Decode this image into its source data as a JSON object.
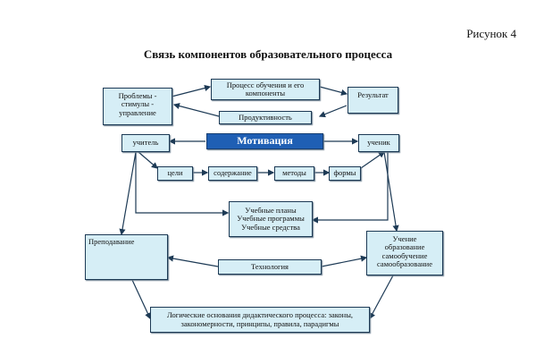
{
  "figure_label": "Рисунок 4",
  "title": "Связь компонентов образовательного процесса",
  "nodes": {
    "problems": "Проблемы -\nстимулы -\nуправление",
    "process": "Процесс обучения и его\nкомпоненты",
    "result": "Результат",
    "productivity": "Продуктивность",
    "teacher": "учитель",
    "motivation": "Мотивация",
    "student": "ученик",
    "goals": "цели",
    "content": "содержание",
    "methods": "методы",
    "forms": "формы",
    "plans": "Учебные планы\nУчебные программы\nУчебные средства",
    "teaching": "Преподавание",
    "learning": "Учение\nобразование\nсамообучение\nсамообразование",
    "technology": "Технология",
    "foundations": "Логические основания дидактического процесса: законы,\nзакономерности, принципы, правила, парадигмы"
  }
}
